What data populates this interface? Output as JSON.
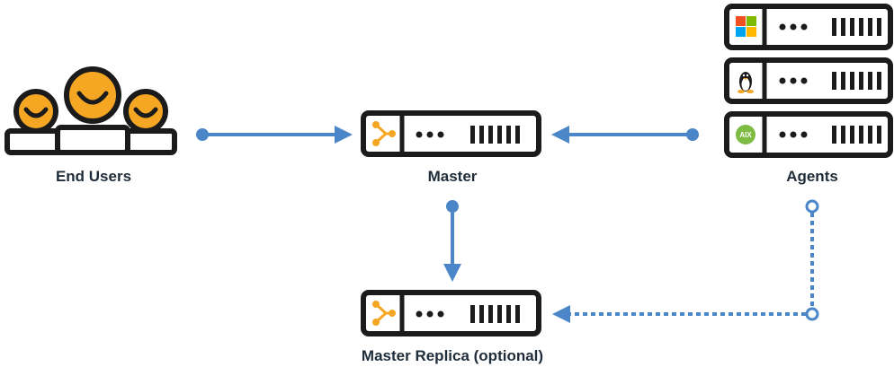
{
  "nodes": {
    "end_users": {
      "label": "End Users"
    },
    "master": {
      "label": "Master"
    },
    "agents": {
      "label": "Agents"
    },
    "master_replica": {
      "label": "Master Replica (optional)"
    }
  },
  "agent_os": [
    {
      "name": "Windows",
      "icon": "windows-logo-icon"
    },
    {
      "name": "Linux",
      "icon": "linux-tux-icon"
    },
    {
      "name": "AIX",
      "icon": "aix-badge-icon",
      "badge_text": "AIX"
    }
  ],
  "colors": {
    "outline": "#1b1b1b",
    "accent_orange": "#f5a623",
    "arrow_blue": "#4a86c8",
    "label_text": "#1f2d3a",
    "aix_green": "#7dbb42"
  }
}
